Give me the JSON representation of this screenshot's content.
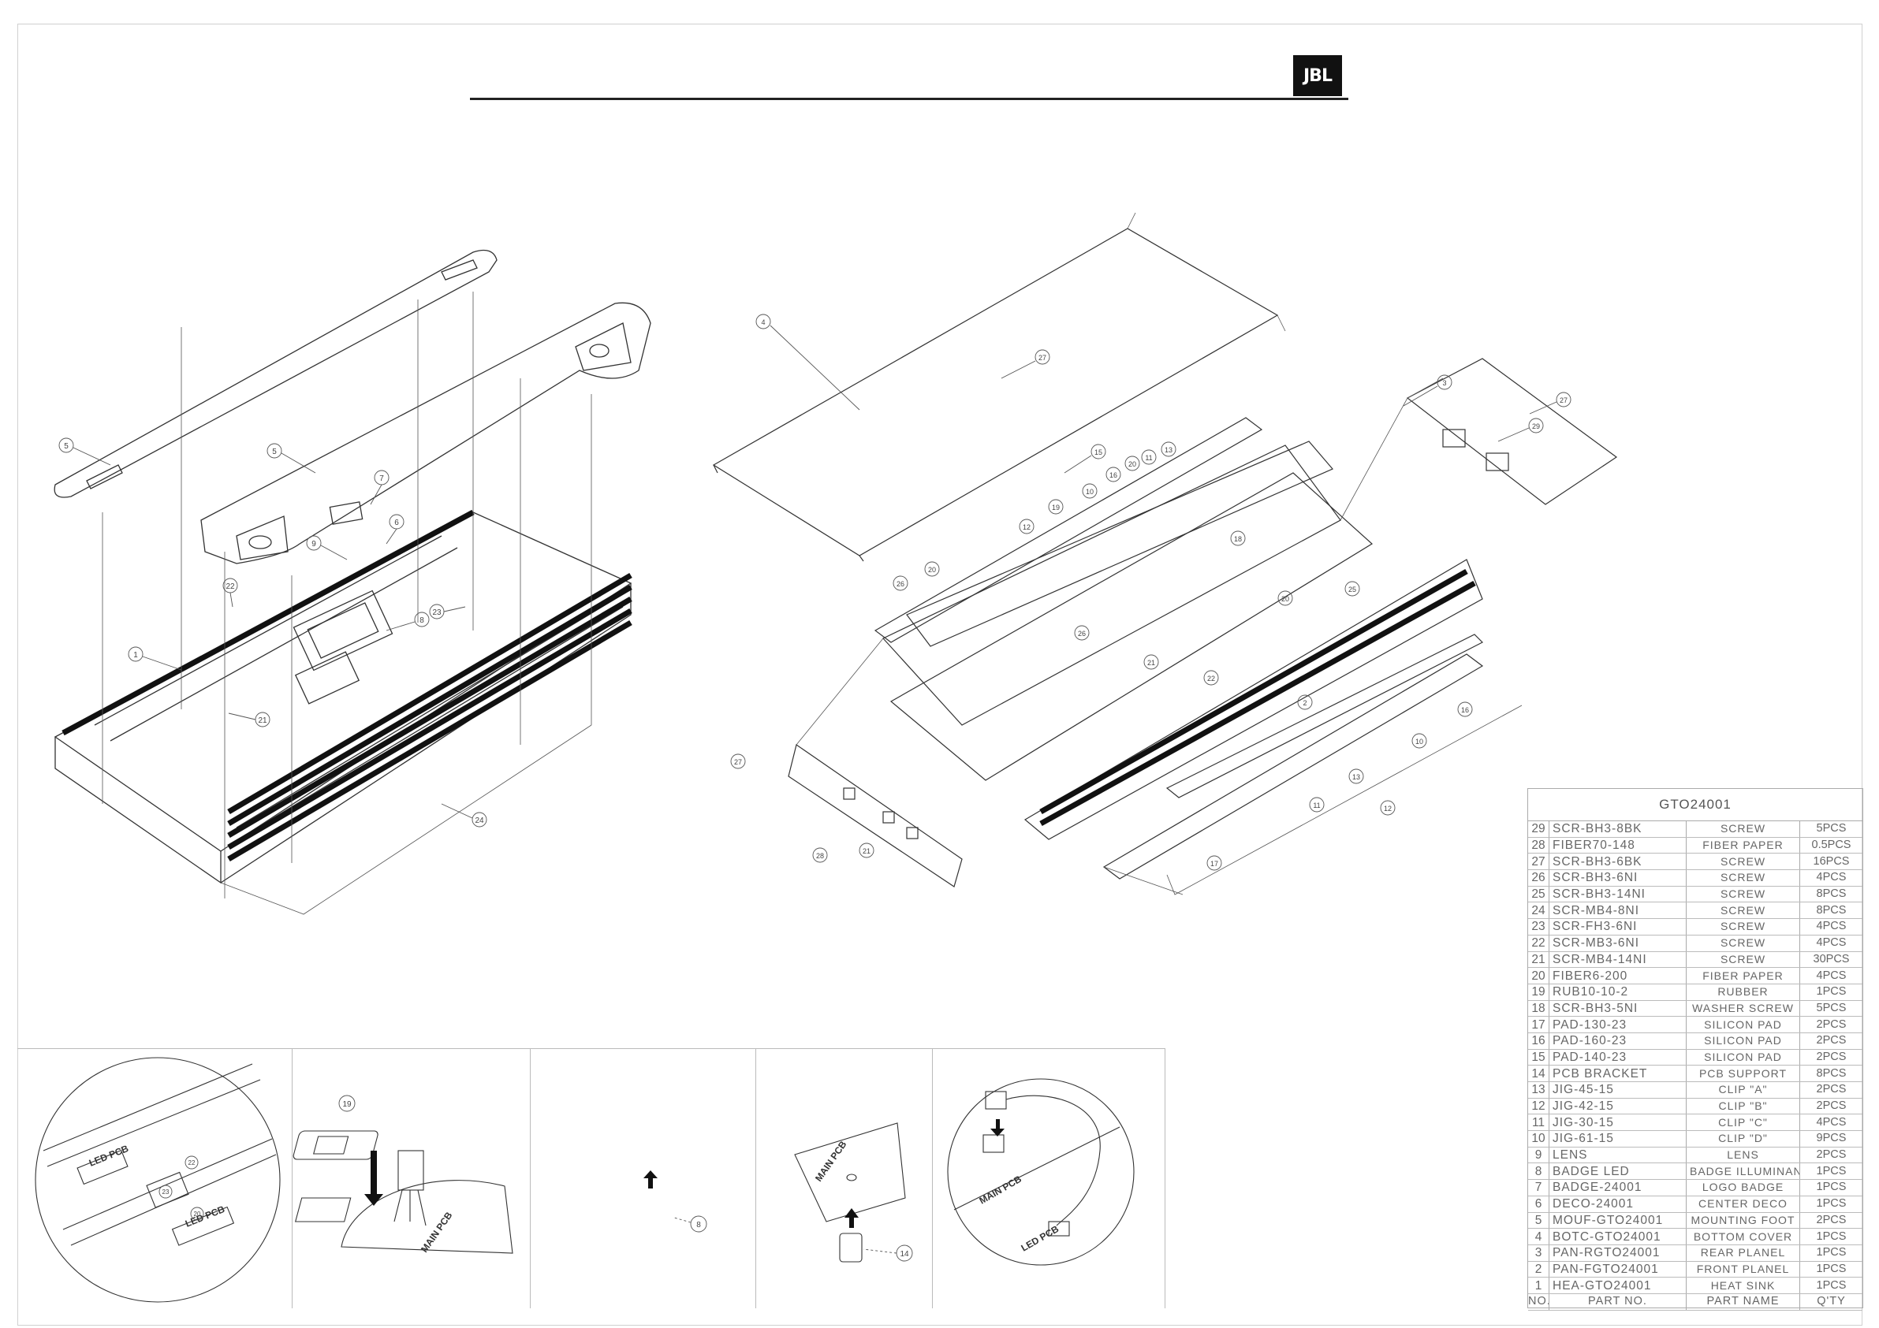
{
  "header": {
    "logo_text": "JBL"
  },
  "bom": {
    "model": "GTO24001",
    "columns": {
      "no": "NO.",
      "part_no": "PART NO.",
      "part_name": "PART NAME",
      "qty": "Q'TY"
    },
    "rows": [
      {
        "no": "29",
        "part_no": "SCR-BH3-8BK",
        "part_name": "SCREW",
        "qty": "5PCS"
      },
      {
        "no": "28",
        "part_no": "FIBER70-148",
        "part_name": "FIBER PAPER",
        "qty": "0.5PCS"
      },
      {
        "no": "27",
        "part_no": "SCR-BH3-6BK",
        "part_name": "SCREW",
        "qty": "16PCS"
      },
      {
        "no": "26",
        "part_no": "SCR-BH3-6NI",
        "part_name": "SCREW",
        "qty": "4PCS"
      },
      {
        "no": "25",
        "part_no": "SCR-BH3-14NI",
        "part_name": "SCREW",
        "qty": "8PCS"
      },
      {
        "no": "24",
        "part_no": "SCR-MB4-8NI",
        "part_name": "SCREW",
        "qty": "8PCS"
      },
      {
        "no": "23",
        "part_no": "SCR-FH3-6NI",
        "part_name": "SCREW",
        "qty": "4PCS"
      },
      {
        "no": "22",
        "part_no": "SCR-MB3-6NI",
        "part_name": "SCREW",
        "qty": "4PCS"
      },
      {
        "no": "21",
        "part_no": "SCR-MB4-14NI",
        "part_name": "SCREW",
        "qty": "30PCS"
      },
      {
        "no": "20",
        "part_no": "FIBER6-200",
        "part_name": "FIBER PAPER",
        "qty": "4PCS"
      },
      {
        "no": "19",
        "part_no": "RUB10-10-2",
        "part_name": "RUBBER",
        "qty": "1PCS"
      },
      {
        "no": "18",
        "part_no": "SCR-BH3-5NI",
        "part_name": "WASHER SCREW",
        "qty": "5PCS"
      },
      {
        "no": "17",
        "part_no": "PAD-130-23",
        "part_name": "SILICON PAD",
        "qty": "2PCS"
      },
      {
        "no": "16",
        "part_no": "PAD-160-23",
        "part_name": "SILICON PAD",
        "qty": "2PCS"
      },
      {
        "no": "15",
        "part_no": "PAD-140-23",
        "part_name": "SILICON PAD",
        "qty": "2PCS"
      },
      {
        "no": "14",
        "part_no": "PCB BRACKET",
        "part_name": "PCB SUPPORT",
        "qty": "8PCS"
      },
      {
        "no": "13",
        "part_no": "JIG-45-15",
        "part_name": "CLIP \"A\"",
        "qty": "2PCS"
      },
      {
        "no": "12",
        "part_no": "JIG-42-15",
        "part_name": "CLIP \"B\"",
        "qty": "2PCS"
      },
      {
        "no": "11",
        "part_no": "JIG-30-15",
        "part_name": "CLIP \"C\"",
        "qty": "4PCS"
      },
      {
        "no": "10",
        "part_no": "JIG-61-15",
        "part_name": "CLIP \"D\"",
        "qty": "9PCS"
      },
      {
        "no": "9",
        "part_no": "LENS",
        "part_name": "LENS",
        "qty": "2PCS"
      },
      {
        "no": "8",
        "part_no": "BADGE LED",
        "part_name": "BADGE ILLUMINANT",
        "qty": "1PCS"
      },
      {
        "no": "7",
        "part_no": "BADGE-24001",
        "part_name": "LOGO BADGE",
        "qty": "1PCS"
      },
      {
        "no": "6",
        "part_no": "DECO-24001",
        "part_name": "CENTER DECO",
        "qty": "1PCS"
      },
      {
        "no": "5",
        "part_no": "MOUF-GTO24001",
        "part_name": "MOUNTING FOOT",
        "qty": "2PCS"
      },
      {
        "no": "4",
        "part_no": "BOTC-GTO24001",
        "part_name": "BOTTOM COVER",
        "qty": "1PCS"
      },
      {
        "no": "3",
        "part_no": "PAN-RGTO24001",
        "part_name": "REAR PLANEL",
        "qty": "1PCS"
      },
      {
        "no": "2",
        "part_no": "PAN-FGTO24001",
        "part_name": "FRONT PLANEL",
        "qty": "1PCS"
      },
      {
        "no": "1",
        "part_no": "HEA-GTO24001",
        "part_name": "HEAT SINK",
        "qty": "1PCS"
      }
    ]
  },
  "callouts": {
    "left": [
      "5",
      "5",
      "7",
      "6",
      "9",
      "22",
      "8",
      "23",
      "1",
      "21",
      "24"
    ],
    "right": [
      "4",
      "27",
      "3",
      "27",
      "29",
      "15",
      "20",
      "11",
      "13",
      "10",
      "16",
      "19",
      "12",
      "20",
      "26",
      "18",
      "25",
      "20",
      "21",
      "26",
      "22",
      "2",
      "27",
      "28",
      "21",
      "12",
      "13",
      "11",
      "10",
      "16",
      "17"
    ],
    "details": [
      "19",
      "8",
      "14",
      "22",
      "23",
      "20"
    ]
  },
  "detail_labels": {
    "main_pcb": "MAIN PCB",
    "led_pcb": "LED PCB"
  }
}
